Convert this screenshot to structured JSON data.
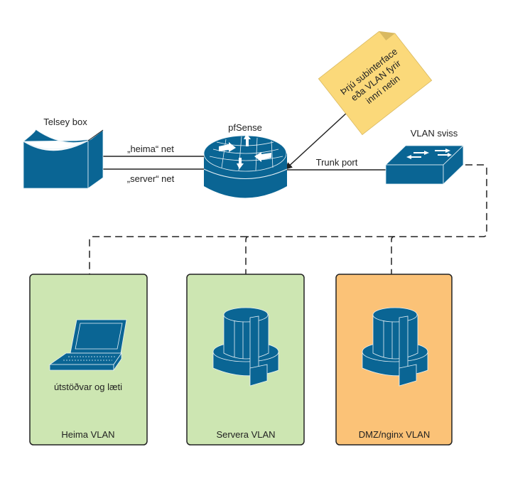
{
  "diagram": {
    "colors": {
      "device_blue": "#0a6594",
      "vlan_green": "#cde6b2",
      "vlan_orange": "#fbc277",
      "note_yellow": "#fbd97a",
      "note_fold": "#d9b961",
      "line": "#222222"
    },
    "note": {
      "lines": [
        "Þrjú subinterface",
        "eða VLAN fyrir",
        "innri netin"
      ]
    },
    "nodes": {
      "telsey": {
        "label": "Telsey box",
        "icon": "modem-icon"
      },
      "pfsense": {
        "label": "pfSense",
        "icon": "router-icon"
      },
      "switch": {
        "label": "VLAN sviss",
        "icon": "switch-icon"
      }
    },
    "links": {
      "heima": {
        "label": "„heima“ net"
      },
      "server": {
        "label": "„server“ net"
      },
      "trunk": {
        "label": "Trunk port"
      }
    },
    "vlans": [
      {
        "title": "Heima VLAN",
        "device_label": "útstöðvar og læti",
        "icon": "laptop-icon",
        "color": "green"
      },
      {
        "title": "Servera VLAN",
        "device_label": "",
        "icon": "server-icon",
        "color": "green"
      },
      {
        "title": "DMZ/nginx VLAN",
        "device_label": "",
        "icon": "server-icon",
        "color": "orange"
      }
    ]
  }
}
